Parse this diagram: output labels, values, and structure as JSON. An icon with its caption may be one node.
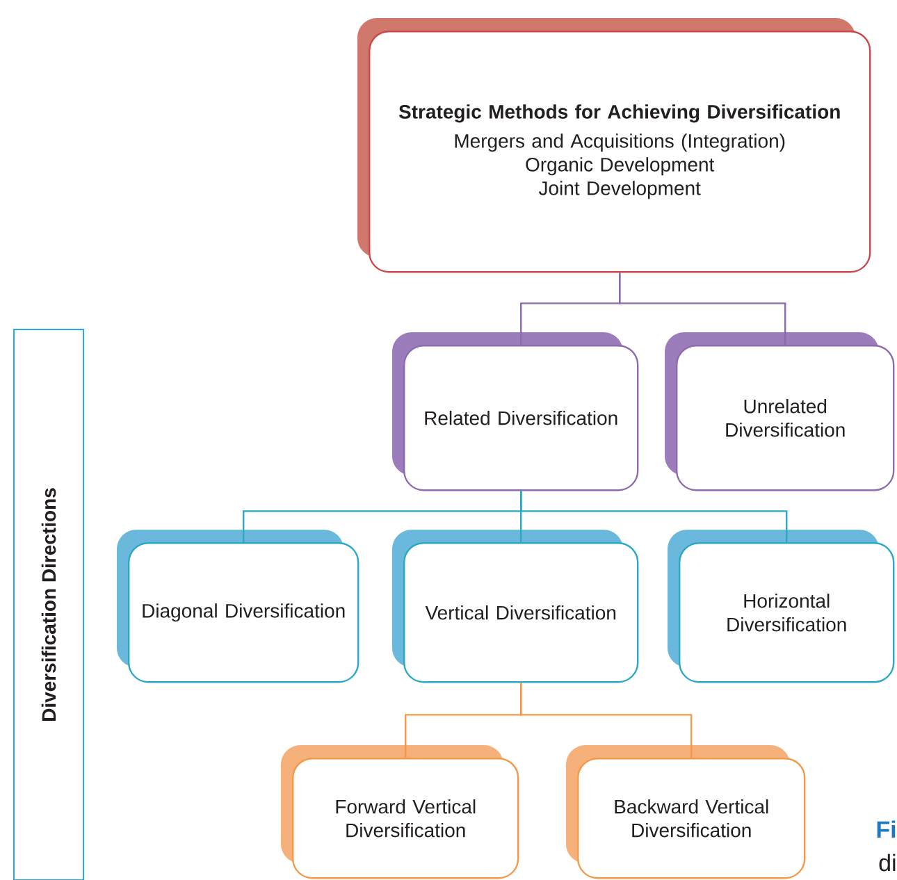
{
  "diagram": {
    "nodes": [
      {
        "text": [
          "Strategic Methods for Achieving Diversification",
          "Mergers and Acquisitions (Integration)",
          "Organic Development",
          "Joint Development"
        ]
      },
      {
        "text": [
          "Related Diversification"
        ]
      },
      {
        "text": [
          "Unrelated Diversification"
        ]
      },
      {
        "text": [
          "Diagonal Diversification"
        ]
      },
      {
        "text": [
          "Vertical Diversification"
        ]
      },
      {
        "text": [
          "Horizontal Diversification"
        ]
      },
      {
        "text": [
          "Forward Vertical Diversification"
        ]
      },
      {
        "text": [
          "Backward Vertical Diversification"
        ]
      },
      {
        "text": [
          "Diversification Directions"
        ]
      }
    ],
    "edges": [
      {
        "from": 0,
        "to": 1,
        "arrow": "none",
        "color": "#8e6bb0"
      },
      {
        "from": 0,
        "to": 2,
        "arrow": "none",
        "color": "#8e6bb0"
      },
      {
        "from": 1,
        "to": 3,
        "arrow": "none",
        "color": "#2ba8c4"
      },
      {
        "from": 1,
        "to": 4,
        "arrow": "none",
        "color": "#2ba8c4"
      },
      {
        "from": 1,
        "to": 5,
        "arrow": "none",
        "color": "#2ba8c4"
      },
      {
        "from": 4,
        "to": 6,
        "arrow": "none",
        "color": "#f29a4a"
      },
      {
        "from": 4,
        "to": 7,
        "arrow": "none",
        "color": "#f29a4a"
      }
    ],
    "labels": [
      "Fi",
      "di"
    ]
  }
}
